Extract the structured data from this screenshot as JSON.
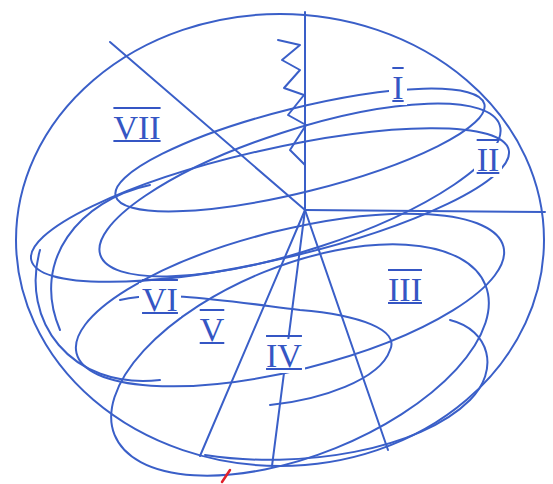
{
  "diagram": {
    "labels": [
      "VII",
      "I",
      "II",
      "III",
      "VI",
      "V",
      "IV"
    ]
  }
}
